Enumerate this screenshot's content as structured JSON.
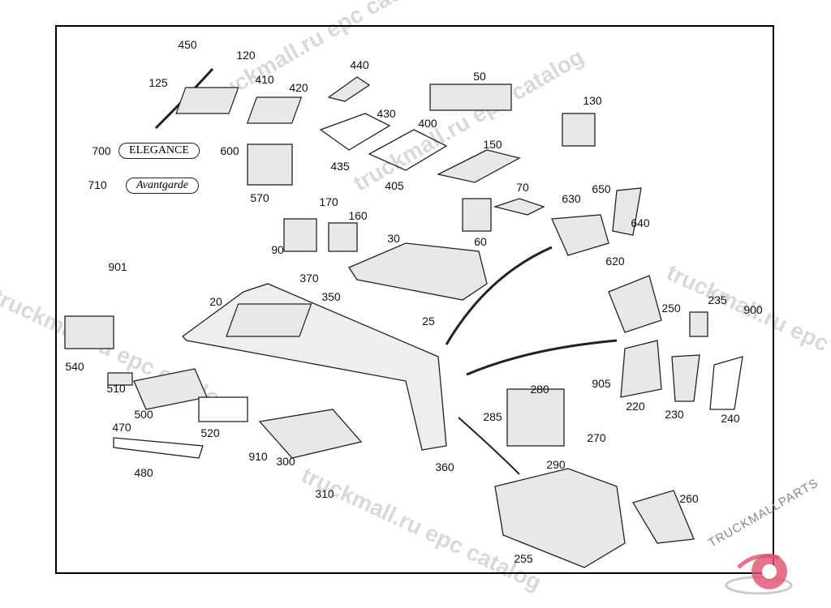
{
  "diagram": {
    "part_labels": [
      "450",
      "120",
      "125",
      "410",
      "420",
      "440",
      "50",
      "130",
      "430",
      "400",
      "150",
      "700",
      "600",
      "435",
      "405",
      "710",
      "570",
      "170",
      "70",
      "650",
      "630",
      "640",
      "160",
      "60",
      "30",
      "90",
      "620",
      "901",
      "370",
      "350",
      "20",
      "250",
      "235",
      "900",
      "25",
      "540",
      "905",
      "280",
      "510",
      "220",
      "230",
      "240",
      "500",
      "285",
      "520",
      "470",
      "270",
      "910",
      "300",
      "290",
      "360",
      "480",
      "310",
      "260",
      "255"
    ],
    "badges": {
      "elegance": "ELEGANCE",
      "avantgarde": "Avantgarde"
    }
  },
  "watermark": {
    "text": "truckmall.ru epc catalog",
    "logo_text": "TRUCKMALLPARTS",
    "logo_color": "#e0506e"
  }
}
